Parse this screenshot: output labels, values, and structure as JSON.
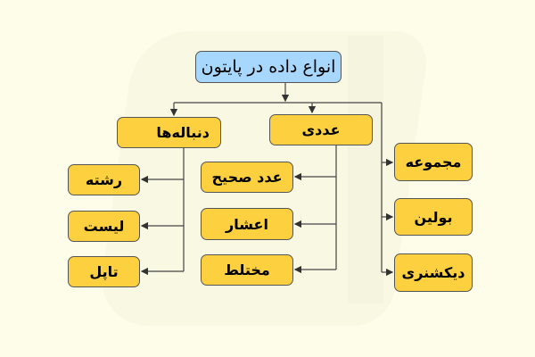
{
  "root": {
    "label": "انواع داده در پایتون"
  },
  "categories": {
    "sequences": {
      "label": "دنباله‌ها",
      "children": [
        "رشته",
        "لیست",
        "تاپل"
      ]
    },
    "numeric": {
      "label": "عددی",
      "children": [
        "عدد صحیح",
        "اعشار",
        "مختلط"
      ]
    },
    "others": [
      "مجموعه",
      "بولین",
      "دیکشنری"
    ]
  },
  "colors": {
    "background": "#fefde9",
    "root_fill": "#a7d7fc",
    "node_fill": "#fcd03e",
    "stroke": "#555555"
  }
}
